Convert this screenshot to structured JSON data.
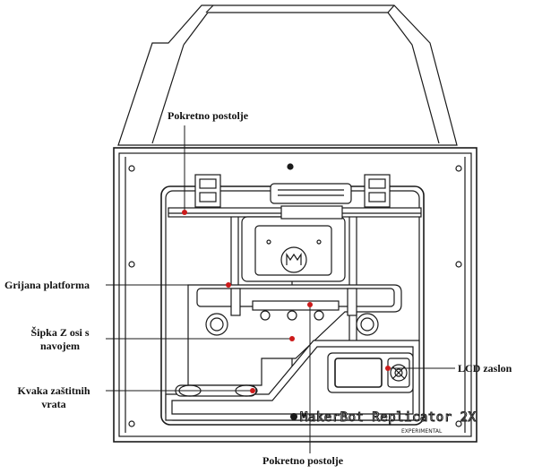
{
  "labels": {
    "top_platform": "Pokretno postolje",
    "heated_platform": "Grijana platforma",
    "z_rod_line1": "Šipka Z osi s",
    "z_rod_line2": "navojem",
    "door_hook_line1": "Kvaka zaštitnih",
    "door_hook_line2": "vrata",
    "lcd": "LCD zaslon",
    "bottom_platform": "Pokretno postolje"
  },
  "brand": {
    "name": "MakerBot Replicator 2X",
    "sub": "EXPERIMENTAL"
  },
  "colors": {
    "line": "#1a1a1a",
    "callout_dot": "#cc1a1a"
  }
}
